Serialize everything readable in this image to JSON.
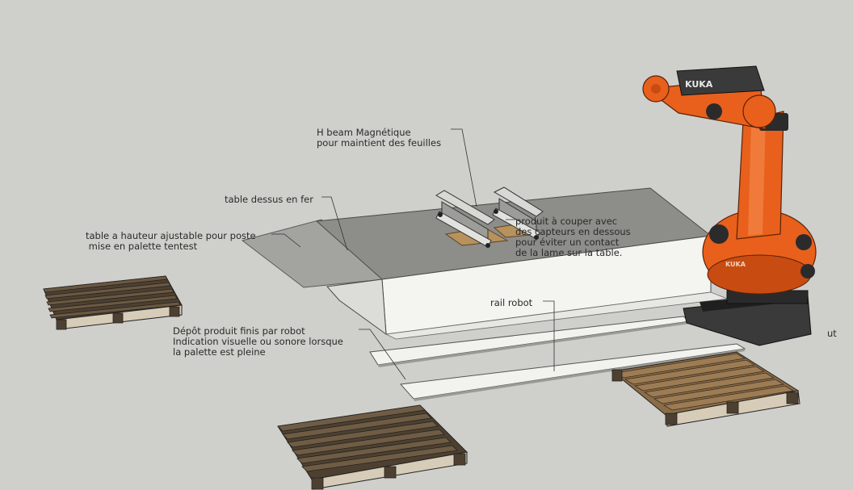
{
  "labels": {
    "h_beam": "H beam Magnétique\npour maintient des feuilles",
    "table_top": "table dessus en fer",
    "table_adjustable": "table a hauteur ajustable pour poste\n mise en palette tentest",
    "product": "produit à couper avec\ndes capteurs en dessous\npour éviter un contact\nde la lame sur la table.",
    "rail": "rail robot",
    "depot": "Dépôt produit finis par robot\nIndication visuelle ou sonore lorsque\nla palette est pleine",
    "robot_brand": "KUKA",
    "robot_side": "KUKA",
    "partial_right": "ut"
  },
  "colors": {
    "background": "#cfcfcb",
    "robot_orange": "#e8601c",
    "robot_dark": "#2b2b2b",
    "table_white": "#f4f4f1",
    "steel_top": "#8c8c88",
    "wood_dark": "#5a4a35",
    "wood_light": "#9a7a52",
    "rail_white": "#f2f2ee"
  },
  "icons": [
    "robot-arm-icon",
    "pallet-icon",
    "h-beam-icon",
    "rail-icon"
  ]
}
